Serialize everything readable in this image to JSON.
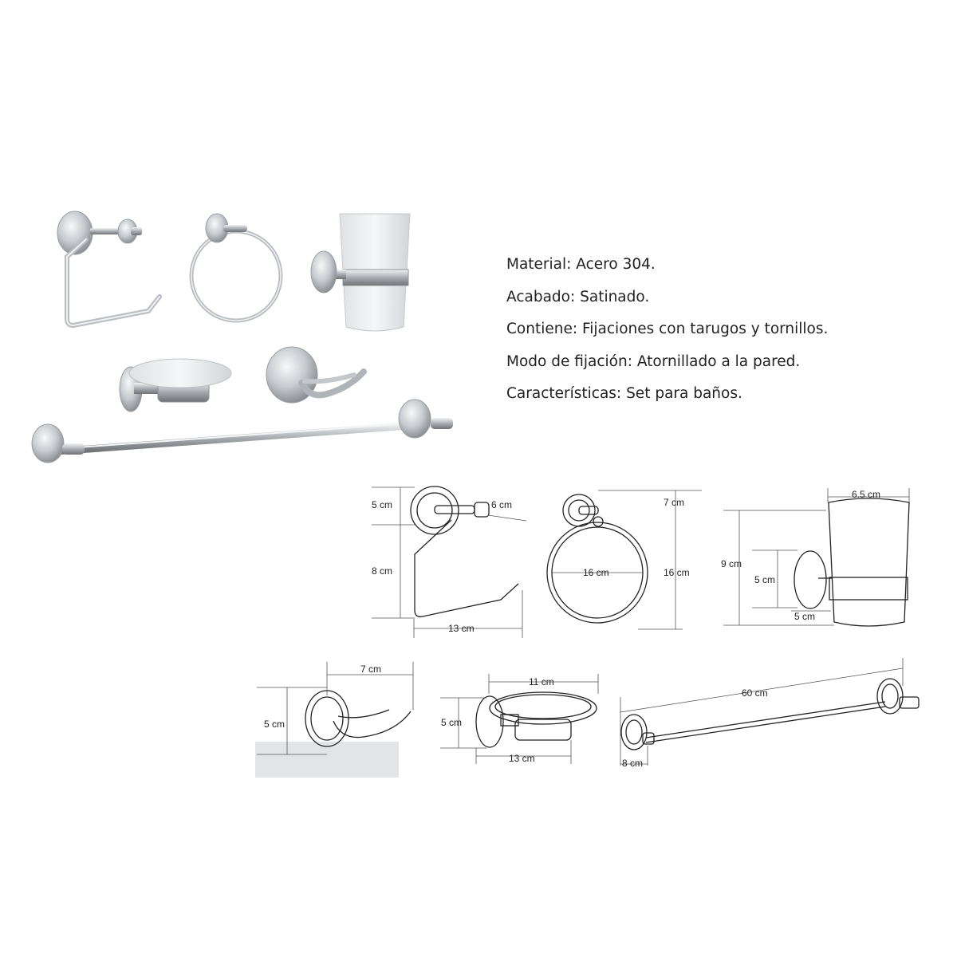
{
  "specs": [
    {
      "label": "Material:",
      "value": "Acero 304."
    },
    {
      "label": "Acabado:",
      "value": "Satinado."
    },
    {
      "label": "Contiene:",
      "value": "Fijaciones con tarugos y tornillos."
    },
    {
      "label": "Modo de fijación:",
      "value": "Atornillado a la pared."
    },
    {
      "label": "Características:",
      "value": "Set para baños."
    }
  ],
  "dimensions": {
    "paper_holder": {
      "height": "5 cm",
      "depth": "6 cm",
      "drop": "8 cm",
      "width": "13 cm"
    },
    "towel_ring": {
      "depth": "7 cm",
      "diameter": "16 cm",
      "height": "16 cm"
    },
    "tumbler_holder": {
      "width": "6.5 cm",
      "height": "9 cm",
      "base": "5 cm",
      "depth": "5 cm"
    },
    "robe_hook": {
      "depth": "7 cm",
      "height": "5 cm"
    },
    "soap_dish": {
      "width": "11 cm",
      "height": "5 cm",
      "depth": "13 cm"
    },
    "towel_bar": {
      "length": "60 cm",
      "depth": "8 cm"
    }
  },
  "colors": {
    "metal": "#c9ccd0",
    "metal_dark": "#8d9196",
    "glass": "#eceeef",
    "line": "#222222"
  }
}
